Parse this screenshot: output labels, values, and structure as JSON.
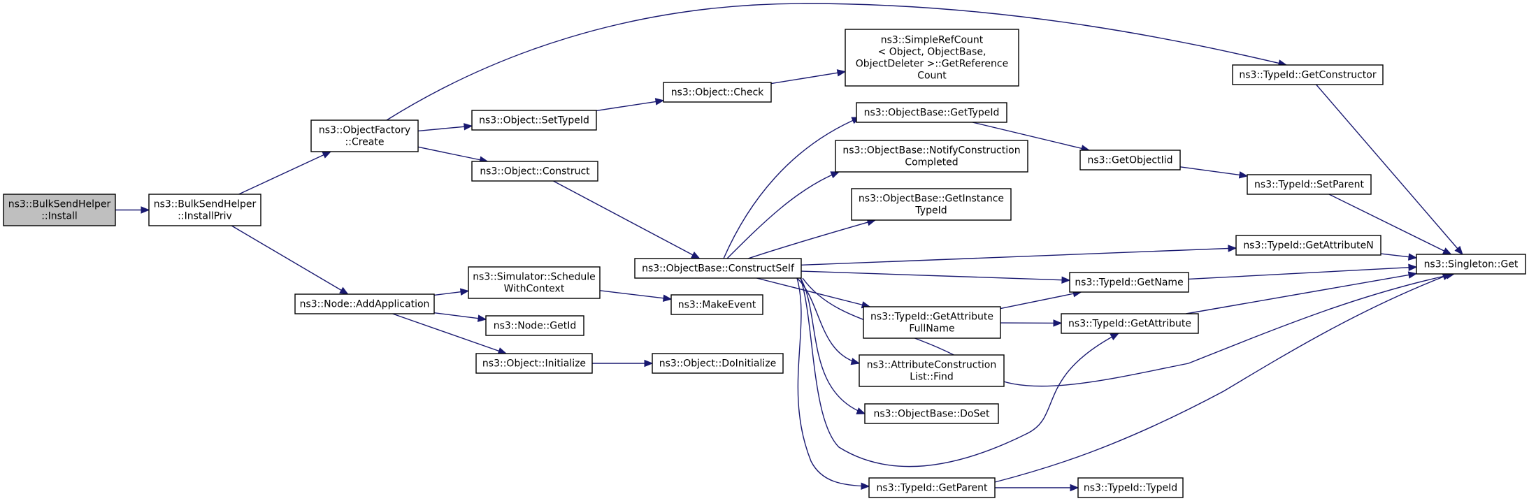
{
  "nodes": [
    {
      "id": "install",
      "lines": [
        "ns3::BulkSendHelper",
        "::Install"
      ]
    },
    {
      "id": "installpriv",
      "lines": [
        "ns3::BulkSendHelper",
        "::InstallPriv"
      ]
    },
    {
      "id": "of_create",
      "lines": [
        "ns3::ObjectFactory",
        "::Create"
      ]
    },
    {
      "id": "addapp",
      "lines": [
        "ns3::Node::AddApplication"
      ]
    },
    {
      "id": "settypeid",
      "lines": [
        "ns3::Object::SetTypeId"
      ]
    },
    {
      "id": "construct",
      "lines": [
        "ns3::Object::Construct"
      ]
    },
    {
      "id": "schedctx",
      "lines": [
        "ns3::Simulator::Schedule",
        "WithContext"
      ]
    },
    {
      "id": "node_getid",
      "lines": [
        "ns3::Node::GetId"
      ]
    },
    {
      "id": "obj_init",
      "lines": [
        "ns3::Object::Initialize"
      ]
    },
    {
      "id": "obj_check",
      "lines": [
        "ns3::Object::Check"
      ]
    },
    {
      "id": "makeevent",
      "lines": [
        "ns3::MakeEvent"
      ]
    },
    {
      "id": "doinit",
      "lines": [
        "ns3::Object::DoInitialize"
      ]
    },
    {
      "id": "constructself",
      "lines": [
        "ns3::ObjectBase::ConstructSelf"
      ]
    },
    {
      "id": "refcount",
      "lines": [
        "ns3::SimpleRefCount",
        "< Object, ObjectBase,",
        "ObjectDeleter >::GetReference",
        "Count"
      ]
    },
    {
      "id": "ob_gettypeid",
      "lines": [
        "ns3::ObjectBase::GetTypeId"
      ]
    },
    {
      "id": "notifyconstr",
      "lines": [
        "ns3::ObjectBase::NotifyConstruction",
        "Completed"
      ]
    },
    {
      "id": "getinstance",
      "lines": [
        "ns3::ObjectBase::GetInstance",
        "TypeId"
      ]
    },
    {
      "id": "getattrfull",
      "lines": [
        "ns3::TypeId::GetAttribute",
        "FullName"
      ]
    },
    {
      "id": "acl_find",
      "lines": [
        "ns3::AttributeConstruction",
        "List::Find"
      ]
    },
    {
      "id": "doset",
      "lines": [
        "ns3::ObjectBase::DoSet"
      ]
    },
    {
      "id": "getparent",
      "lines": [
        "ns3::TypeId::GetParent"
      ]
    },
    {
      "id": "getconstructor",
      "lines": [
        "ns3::TypeId::GetConstructor"
      ]
    },
    {
      "id": "getobjectiid",
      "lines": [
        "ns3::GetObjectIid"
      ]
    },
    {
      "id": "setparent",
      "lines": [
        "ns3::TypeId::SetParent"
      ]
    },
    {
      "id": "getattrn",
      "lines": [
        "ns3::TypeId::GetAttributeN"
      ]
    },
    {
      "id": "getname",
      "lines": [
        "ns3::TypeId::GetName"
      ]
    },
    {
      "id": "getattribute",
      "lines": [
        "ns3::TypeId::GetAttribute"
      ]
    },
    {
      "id": "typeid_ctor",
      "lines": [
        "ns3::TypeId::TypeId"
      ]
    },
    {
      "id": "singleton_get",
      "lines": [
        "ns3::Singleton::Get"
      ]
    }
  ],
  "edges": [
    [
      "install",
      "installpriv"
    ],
    [
      "installpriv",
      "of_create"
    ],
    [
      "installpriv",
      "addapp"
    ],
    [
      "of_create",
      "settypeid"
    ],
    [
      "of_create",
      "construct"
    ],
    [
      "of_create",
      "getconstructor"
    ],
    [
      "settypeid",
      "obj_check"
    ],
    [
      "obj_check",
      "refcount"
    ],
    [
      "construct",
      "constructself"
    ],
    [
      "addapp",
      "schedctx"
    ],
    [
      "addapp",
      "node_getid"
    ],
    [
      "addapp",
      "obj_init"
    ],
    [
      "schedctx",
      "makeevent"
    ],
    [
      "obj_init",
      "doinit"
    ],
    [
      "constructself",
      "ob_gettypeid"
    ],
    [
      "constructself",
      "notifyconstr"
    ],
    [
      "constructself",
      "getinstance"
    ],
    [
      "constructself",
      "getattrn"
    ],
    [
      "constructself",
      "getname"
    ],
    [
      "constructself",
      "getattrfull"
    ],
    [
      "constructself",
      "acl_find"
    ],
    [
      "constructself",
      "doset"
    ],
    [
      "constructself",
      "getattribute"
    ],
    [
      "constructself",
      "singleton_get"
    ],
    [
      "constructself",
      "getparent"
    ],
    [
      "ob_gettypeid",
      "getobjectiid"
    ],
    [
      "getobjectiid",
      "setparent"
    ],
    [
      "setparent",
      "singleton_get"
    ],
    [
      "getconstructor",
      "singleton_get"
    ],
    [
      "getattrn",
      "singleton_get"
    ],
    [
      "getname",
      "singleton_get"
    ],
    [
      "getattribute",
      "singleton_get"
    ],
    [
      "getattrfull",
      "getname"
    ],
    [
      "getattrfull",
      "getattribute"
    ],
    [
      "getparent",
      "typeid_ctor"
    ],
    [
      "getparent",
      "singleton_get"
    ]
  ]
}
